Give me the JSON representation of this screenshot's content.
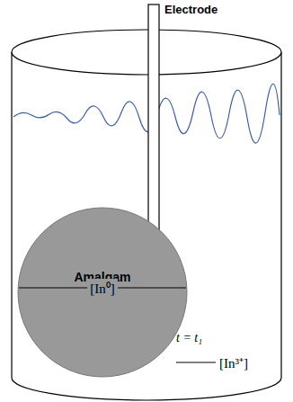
{
  "diagram": {
    "nodes": [
      {
        "text": [
          "Amalgam",
          "[In⁰]"
        ]
      }
    ],
    "labels": [
      "Electrode",
      "t = t₁",
      "[In³⁺]"
    ]
  }
}
